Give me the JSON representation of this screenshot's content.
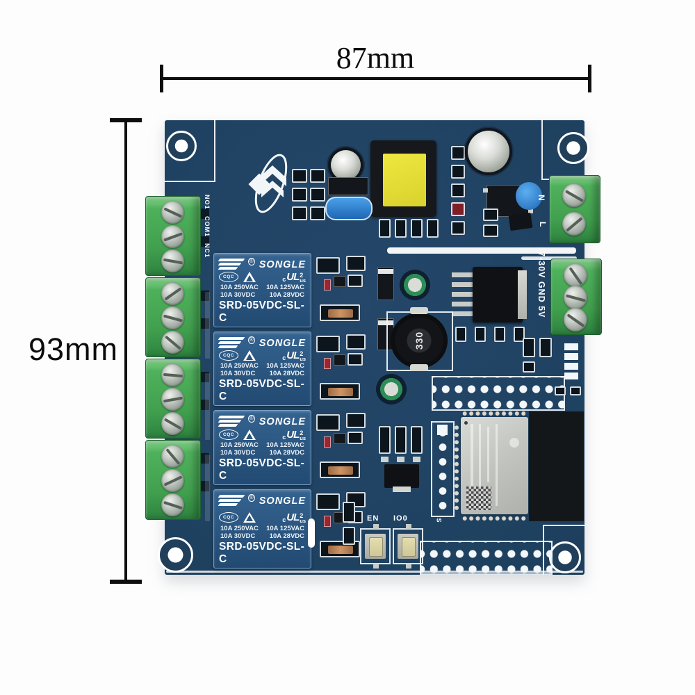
{
  "dimensions": {
    "width_label": "87mm",
    "height_label": "93mm"
  },
  "board": {
    "colors": {
      "pcb_blue": "#1f4160",
      "relay_blue": "#2a557f",
      "terminal_green": "#41a04e",
      "transformer_yellow": "#e7e040",
      "silkscreen_white": "#ffffff",
      "mov_blue": "#2f82d6",
      "capacitor_silver": "#d7dad4",
      "antenna_black": "#14171a"
    },
    "relay": {
      "brand": "SONGLE",
      "registered_mark": "®",
      "cqc_mark": "CQC",
      "ul_prefix": "c",
      "ul_mark": "UL",
      "ul_suffix": "us",
      "ul_class": "2",
      "rating_row1_left": "10A 250VAC",
      "rating_row1_right": "10A 125VAC",
      "rating_row2_left": "10A  30VDC",
      "rating_row2_right": "10A  28VDC",
      "model": "SRD-05VDC-SL-C"
    },
    "channel1_labels": [
      "NO1",
      "COM1",
      "NC1"
    ],
    "power_terminal_label": "7-30V GND 5V",
    "ac_terminal": {
      "n": "N",
      "l": "L"
    },
    "buttons": {
      "en": "EN",
      "io0": "IO0"
    },
    "inductor_value": "330",
    "header_pin_label": "S"
  }
}
